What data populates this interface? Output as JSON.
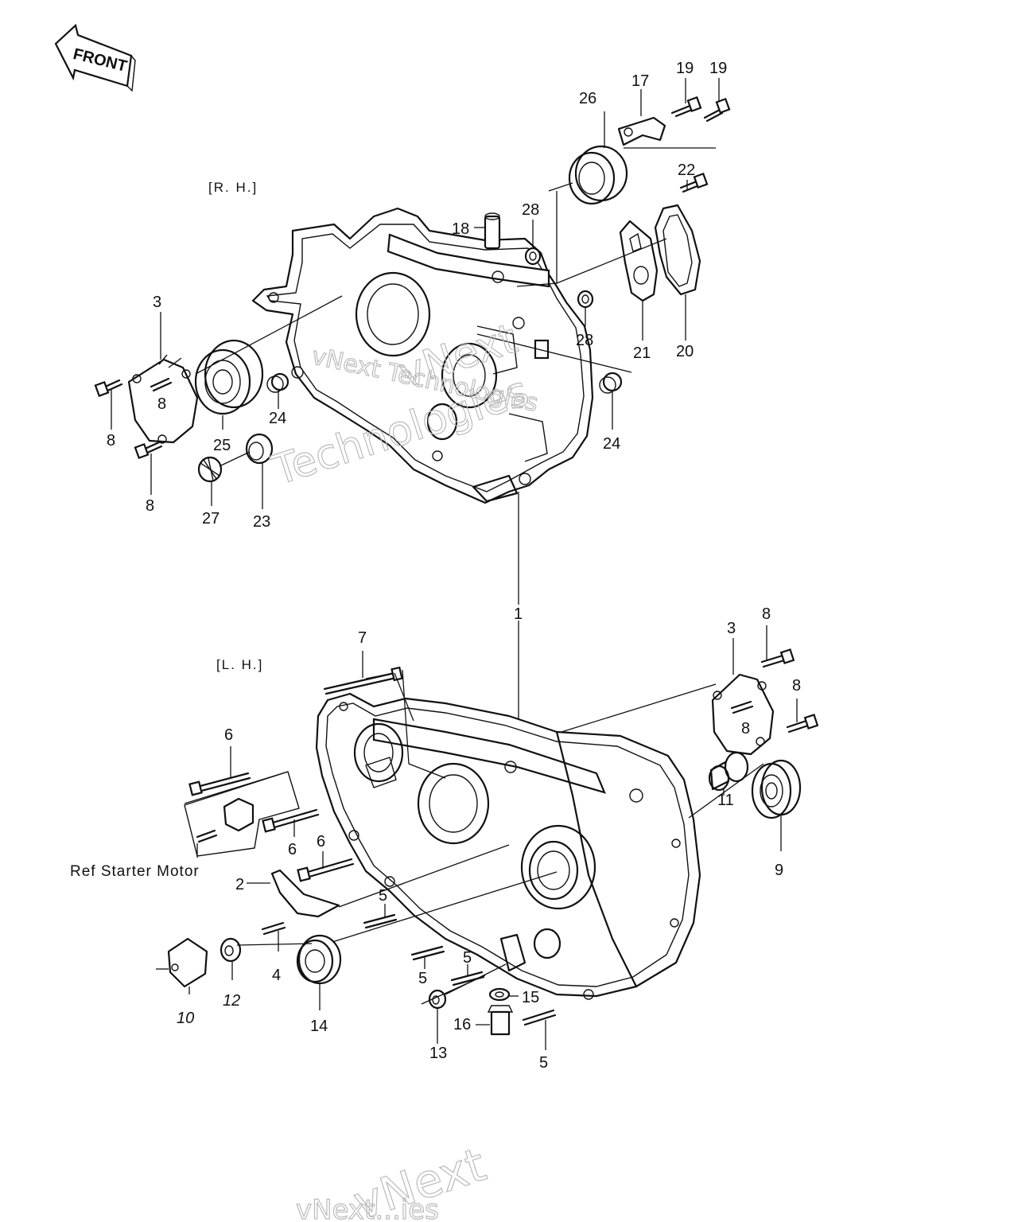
{
  "front_arrow": {
    "label": "FRONT"
  },
  "sections": {
    "rh": "[R. H.]",
    "lh": "[L. H.]"
  },
  "reference": {
    "starter_motor": "Ref Starter Motor"
  },
  "watermark": {
    "line1": "vNext",
    "line2": "vNext Technologies",
    "line3": "Technologies",
    "bottom1": "vNext",
    "bottom2": "vNext...ies"
  },
  "callouts": {
    "c1": "1",
    "c2": "2",
    "c3a": "3",
    "c3b": "3",
    "c4": "4",
    "c5a": "5",
    "c5b": "5",
    "c5c": "5",
    "c5d": "5",
    "c6a": "6",
    "c6b": "6",
    "c6c": "6",
    "c7": "7",
    "c8a": "8",
    "c8b": "8",
    "c8c": "8",
    "c8d": "8",
    "c8e": "8",
    "c8f": "8",
    "c9": "9",
    "c10": "10",
    "c11": "11",
    "c12": "12",
    "c13": "13",
    "c14": "14",
    "c15": "15",
    "c16": "16",
    "c17": "17",
    "c18": "18",
    "c19a": "19",
    "c19b": "19",
    "c20": "20",
    "c21": "21",
    "c22": "22",
    "c23": "23",
    "c24a": "24",
    "c24b": "24",
    "c25": "25",
    "c26": "26",
    "c27": "27",
    "c28a": "28",
    "c28b": "28"
  }
}
